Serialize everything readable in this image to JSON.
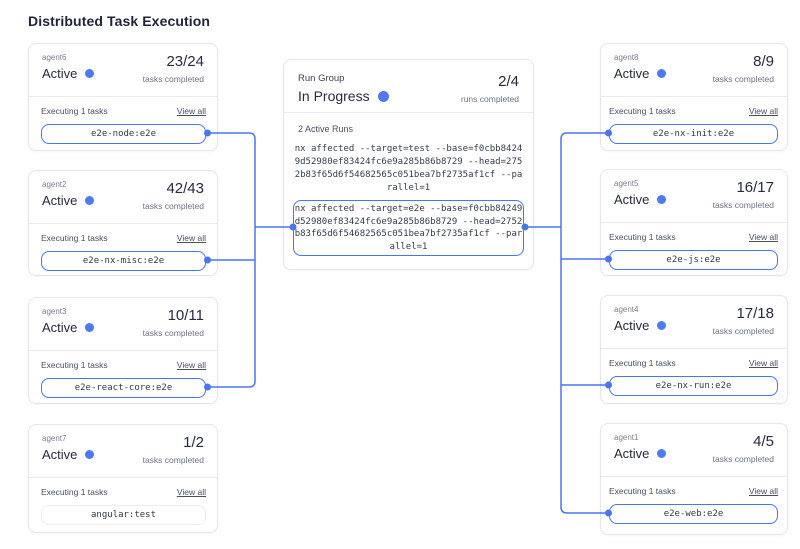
{
  "page": {
    "title": "Distributed Task Execution"
  },
  "colors": {
    "accent_blue": "#4a74f2",
    "status_dot_blue": "#4d79f3",
    "card_border": "#e4e6ec"
  },
  "run_group": {
    "label": "Run Group",
    "status": "In Progress",
    "completed": "2/4",
    "completed_label": "runs completed",
    "active_runs_label": "2 Active Runs",
    "runs": [
      {
        "command": "nx affected --target=test --base=f0cbb8424\n9d52980ef83424fc6e9a285b86b8729 --head=275\n2b83f65d6f54682565c051bea7bf2735af1cf --pa\nrallel=1",
        "highlighted": false
      },
      {
        "command": "nx affected --target=e2e --base=f0cbb84249\nd52980ef83424fc6e9a285b86b8729 --head=2752\nb83f65d6f54682565c051bea7bf2735af1cf --par\nallel=1",
        "highlighted": true
      }
    ]
  },
  "agents": {
    "left": [
      {
        "name": "agent6",
        "status": "Active",
        "progress": "23/24",
        "progress_label": "tasks completed",
        "executing_label": "Executing 1 tasks",
        "view_all": "View all",
        "task": "e2e-node:e2e",
        "task_highlighted": true
      },
      {
        "name": "agent2",
        "status": "Active",
        "progress": "42/43",
        "progress_label": "tasks completed",
        "executing_label": "Executing 1 tasks",
        "view_all": "View all",
        "task": "e2e-nx-misc:e2e",
        "task_highlighted": true
      },
      {
        "name": "agent3",
        "status": "Active",
        "progress": "10/11",
        "progress_label": "tasks completed",
        "executing_label": "Executing 1 tasks",
        "view_all": "View all",
        "task": "e2e-react-core:e2e",
        "task_highlighted": true
      },
      {
        "name": "agent7",
        "status": "Active",
        "progress": "1/2",
        "progress_label": "tasks completed",
        "executing_label": "Executing 1 tasks",
        "view_all": "View all",
        "task": "angular:test",
        "task_highlighted": false
      }
    ],
    "right": [
      {
        "name": "agent8",
        "status": "Active",
        "progress": "8/9",
        "progress_label": "tasks completed",
        "executing_label": "Executing 1 tasks",
        "view_all": "View all",
        "task": "e2e-nx-init:e2e",
        "task_highlighted": true
      },
      {
        "name": "agent5",
        "status": "Active",
        "progress": "16/17",
        "progress_label": "tasks completed",
        "executing_label": "Executing 1 tasks",
        "view_all": "View all",
        "task": "e2e-js:e2e",
        "task_highlighted": true
      },
      {
        "name": "agent4",
        "status": "Active",
        "progress": "17/18",
        "progress_label": "tasks completed",
        "executing_label": "Executing 1 tasks",
        "view_all": "View all",
        "task": "e2e-nx-run:e2e",
        "task_highlighted": true
      },
      {
        "name": "agent1",
        "status": "Active",
        "progress": "4/5",
        "progress_label": "tasks completed",
        "executing_label": "Executing 1 tasks",
        "view_all": "View all",
        "task": "e2e-web:e2e",
        "task_highlighted": true
      }
    ]
  }
}
